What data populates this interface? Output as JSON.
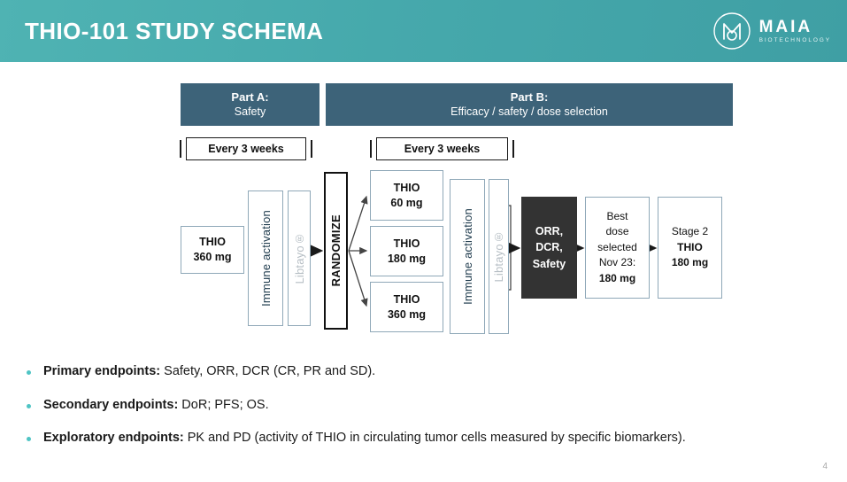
{
  "header": {
    "title": "THIO-101 STUDY SCHEMA",
    "logo_name": "MAIA",
    "logo_sub": "BIOTECHNOLOGY",
    "logo_icon": "maia-monogram-icon",
    "bg_color": "#46a9ac"
  },
  "parts": {
    "a": {
      "title": "Part A:",
      "subtitle": "Safety"
    },
    "b": {
      "title": "Part B:",
      "subtitle": "Efficacy / safety / dose selection"
    },
    "banner_color": "#3d6379"
  },
  "brackets": [
    {
      "label": "Every 3 weeks"
    },
    {
      "label": "Every 3 weeks"
    }
  ],
  "flow": {
    "start": {
      "line1": "THIO",
      "line2": "360 mg"
    },
    "immune_activation_1": "Immune activation",
    "libtayo_1": "Libtayo®",
    "randomize": "RANDOMIZE",
    "doses": [
      {
        "line1": "THIO",
        "line2": "60 mg"
      },
      {
        "line1": "THIO",
        "line2": "180 mg"
      },
      {
        "line1": "THIO",
        "line2": "360 mg"
      }
    ],
    "immune_activation_2": "Immune activation",
    "libtayo_2": "Libtayo®",
    "orr": {
      "line1": "ORR,",
      "line2": "DCR,",
      "line3": "Safety",
      "bg_color": "#333333"
    },
    "best_dose": {
      "line1": "Best",
      "line2": "dose",
      "line3": "selected",
      "line4": "Nov 23:",
      "line5": "180 mg"
    },
    "stage2": {
      "line1": "Stage 2",
      "line2": "THIO",
      "line3": "180 mg"
    }
  },
  "endpoints": [
    {
      "lead": "Primary endpoints:",
      "rest": " Safety, ORR, DCR (CR, PR and SD)."
    },
    {
      "lead": "Secondary endpoints:",
      "rest": " DoR; PFS; OS."
    },
    {
      "lead": "Exploratory endpoints:",
      "rest": " PK and PD (activity of THIO in circulating tumor cells measured by specific biomarkers)."
    }
  ],
  "bullet_color": "#4fc4c4",
  "page_number": "4"
}
